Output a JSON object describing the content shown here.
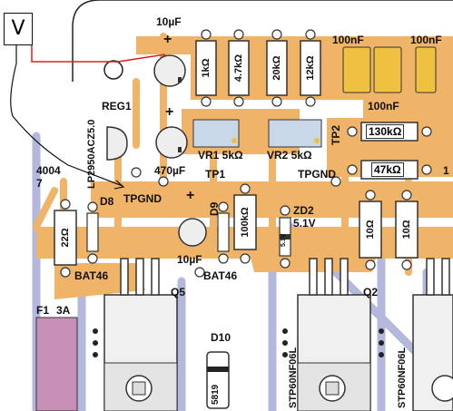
{
  "annotation": {
    "probe_label": "V"
  },
  "labels": {
    "c_10uf_top": "10µF",
    "plus_1": "+",
    "plus_2": "+",
    "plus_3": "+",
    "reg1": "REG1",
    "c_470uf": "470µF",
    "r_1k": "1kΩ",
    "r_4k7": "4.7kΩ",
    "r_20k": "20kΩ",
    "r_12k": "12kΩ",
    "c_100nf_1": "100nF",
    "c_100nf_2": "100nF",
    "c_100nf_3": "100nF",
    "vr1": "VR1 5kΩ",
    "vr2": "VR2 5kΩ",
    "tp1": "TP1",
    "tp2": "TP2",
    "tpgnd_1": "TPGND",
    "tpgnd_2": "TPGND",
    "r_130k": "130kΩ",
    "r_47k": "47kΩ",
    "partial_r": "1",
    "d_4004": "4004",
    "d_7": "7",
    "reg_part": "LP2950ACZ5.0",
    "d8": "D8",
    "d9": "D9",
    "r_22": "22Ω",
    "c_10uf_low": "10µF",
    "r_100k": "100kΩ",
    "zd2": "ZD2",
    "zd2_v": "5.1V",
    "zd_body": "5.1V",
    "r_10_1": "10Ω",
    "r_10_2": "10Ω",
    "bat46_1": "BAT46",
    "bat46_2": "BAT46",
    "q5": "Q5",
    "q2": "Q2",
    "fuse": "F1",
    "fuse_rating": "3A",
    "d10": "D10",
    "d10_body": "5819",
    "mosfet_1": "STP60NF06L",
    "mosfet_2": "STP60NF06L"
  },
  "colors": {
    "board": "#ffffff",
    "copper": "#f0b468",
    "trace_back": "#b4b8dc",
    "pad": "#eeeeee",
    "probe_wire": "#d42020",
    "fuse": "#c890b8"
  }
}
